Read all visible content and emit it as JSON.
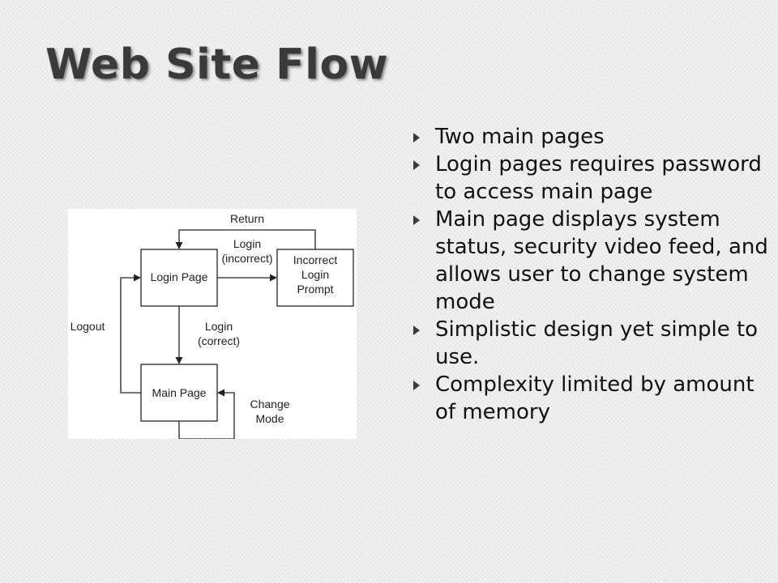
{
  "slide": {
    "title": "Web Site Flow",
    "bullets": [
      "Two main pages",
      "Login pages requires password to access main page",
      "Main page displays system status, security video feed, and allows user to change system mode",
      "Simplistic design yet simple to use.",
      "Complexity limited by amount of memory"
    ]
  },
  "diagram": {
    "nodes": {
      "login_page": "Login Page",
      "incorrect_prompt_lines": [
        "Incorrect",
        "Login",
        "Prompt"
      ],
      "main_page": "Main Page"
    },
    "edges": {
      "return": "Return",
      "login_incorrect_lines": [
        "Login",
        "(incorrect)"
      ],
      "login_correct_lines": [
        "Login",
        "(correct)"
      ],
      "logout": "Logout",
      "change_mode_lines": [
        "Change",
        "Mode"
      ]
    }
  },
  "colors": {
    "title_text": "#3a3a3a",
    "bullet_text": "#111111",
    "bullet_marker": "#3a3a3a",
    "diagram_background": "#ffffff",
    "diagram_lines": "#222222"
  }
}
